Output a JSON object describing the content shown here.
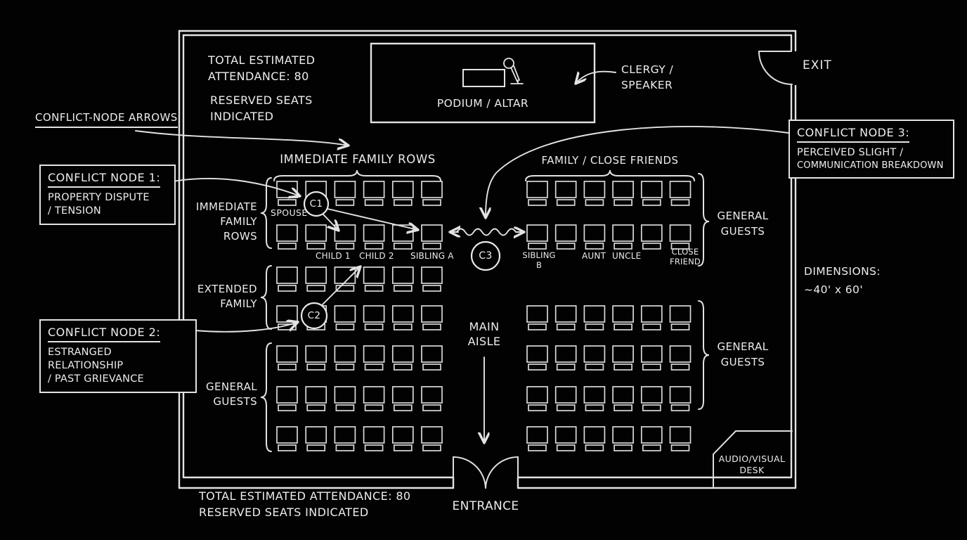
{
  "colors": {
    "background": "#020202",
    "line": "#e3e3e3",
    "text": "#ececec"
  },
  "notes": {
    "top": {
      "line1": "TOTAL ESTIMATED",
      "line2": "ATTENDANCE: 80",
      "line3": "RESERVED SEATS",
      "line4": "INDICATED"
    },
    "bottom": {
      "line1": "TOTAL ESTIMATED ATTENDANCE: 80",
      "line2": "RESERVED SEATS INDICATED"
    }
  },
  "stage_area": {
    "podium_label": "PODIUM / ALTAR",
    "clergy_line1": "CLERGY /",
    "clergy_line2": "SPEAKER"
  },
  "exit_label": "EXIT",
  "entrance_label": "ENTRANCE",
  "aisle_label": {
    "line1": "MAIN",
    "line2": "AISLE"
  },
  "dimensions_label": {
    "line1": "DIMENSIONS:",
    "line2": "~40' x 60'"
  },
  "av_desk_label": {
    "line1": "AUDIO/VISUAL",
    "line2": "DESK"
  },
  "conflict_arrows_caption": "CONFLICT-NODE ARROWS",
  "conflict_nodes": [
    {
      "circle_label": "C1",
      "title": "CONFLICT NODE 1:",
      "desc1": "PROPERTY DISPUTE",
      "desc2": "/ TENSION"
    },
    {
      "circle_label": "C2",
      "title": "CONFLICT NODE 2:",
      "desc1": "ESTRANGED RELATIONSHIP",
      "desc2": "/ PAST GRIEVANCE"
    },
    {
      "circle_label": "C3",
      "title": "CONFLICT NODE 3:",
      "desc1": "PERCEIVED SLIGHT /",
      "desc2": "COMMUNICATION BREAKDOWN"
    }
  ],
  "section_headers": {
    "left": "IMMEDIATE FAMILY ROWS",
    "right": "FAMILY / CLOSE FRIENDS"
  },
  "row_group_labels": {
    "left": [
      {
        "line1": "IMMEDIATE",
        "line2": "FAMILY",
        "line3": "ROWS"
      },
      {
        "line1": "EXTENDED",
        "line2": "FAMILY"
      },
      {
        "line1": "GENERAL",
        "line2": "GUESTS"
      }
    ],
    "right": [
      {
        "line1": "GENERAL",
        "line2": "GUESTS"
      },
      {
        "line1": "GENERAL",
        "line2": "GUESTS"
      }
    ]
  },
  "seat_labels": {
    "spouse": "SPOUSE",
    "child1": "CHILD 1",
    "child2": "CHILD 2",
    "sibling_a": "SIBLING A",
    "sibling_b_line1": "SIBLING",
    "sibling_b_line2": "B",
    "aunt": "AUNT",
    "uncle": "UNCLE",
    "close_friend_line1": "CLOSE",
    "close_friend_line2": "FRIEND"
  },
  "seating": {
    "left_block": {
      "rows": 7,
      "cols": 6
    },
    "right_block_upper": {
      "rows": 2,
      "cols": 6
    },
    "right_block_lower": {
      "rows": 4,
      "cols": 6
    }
  }
}
